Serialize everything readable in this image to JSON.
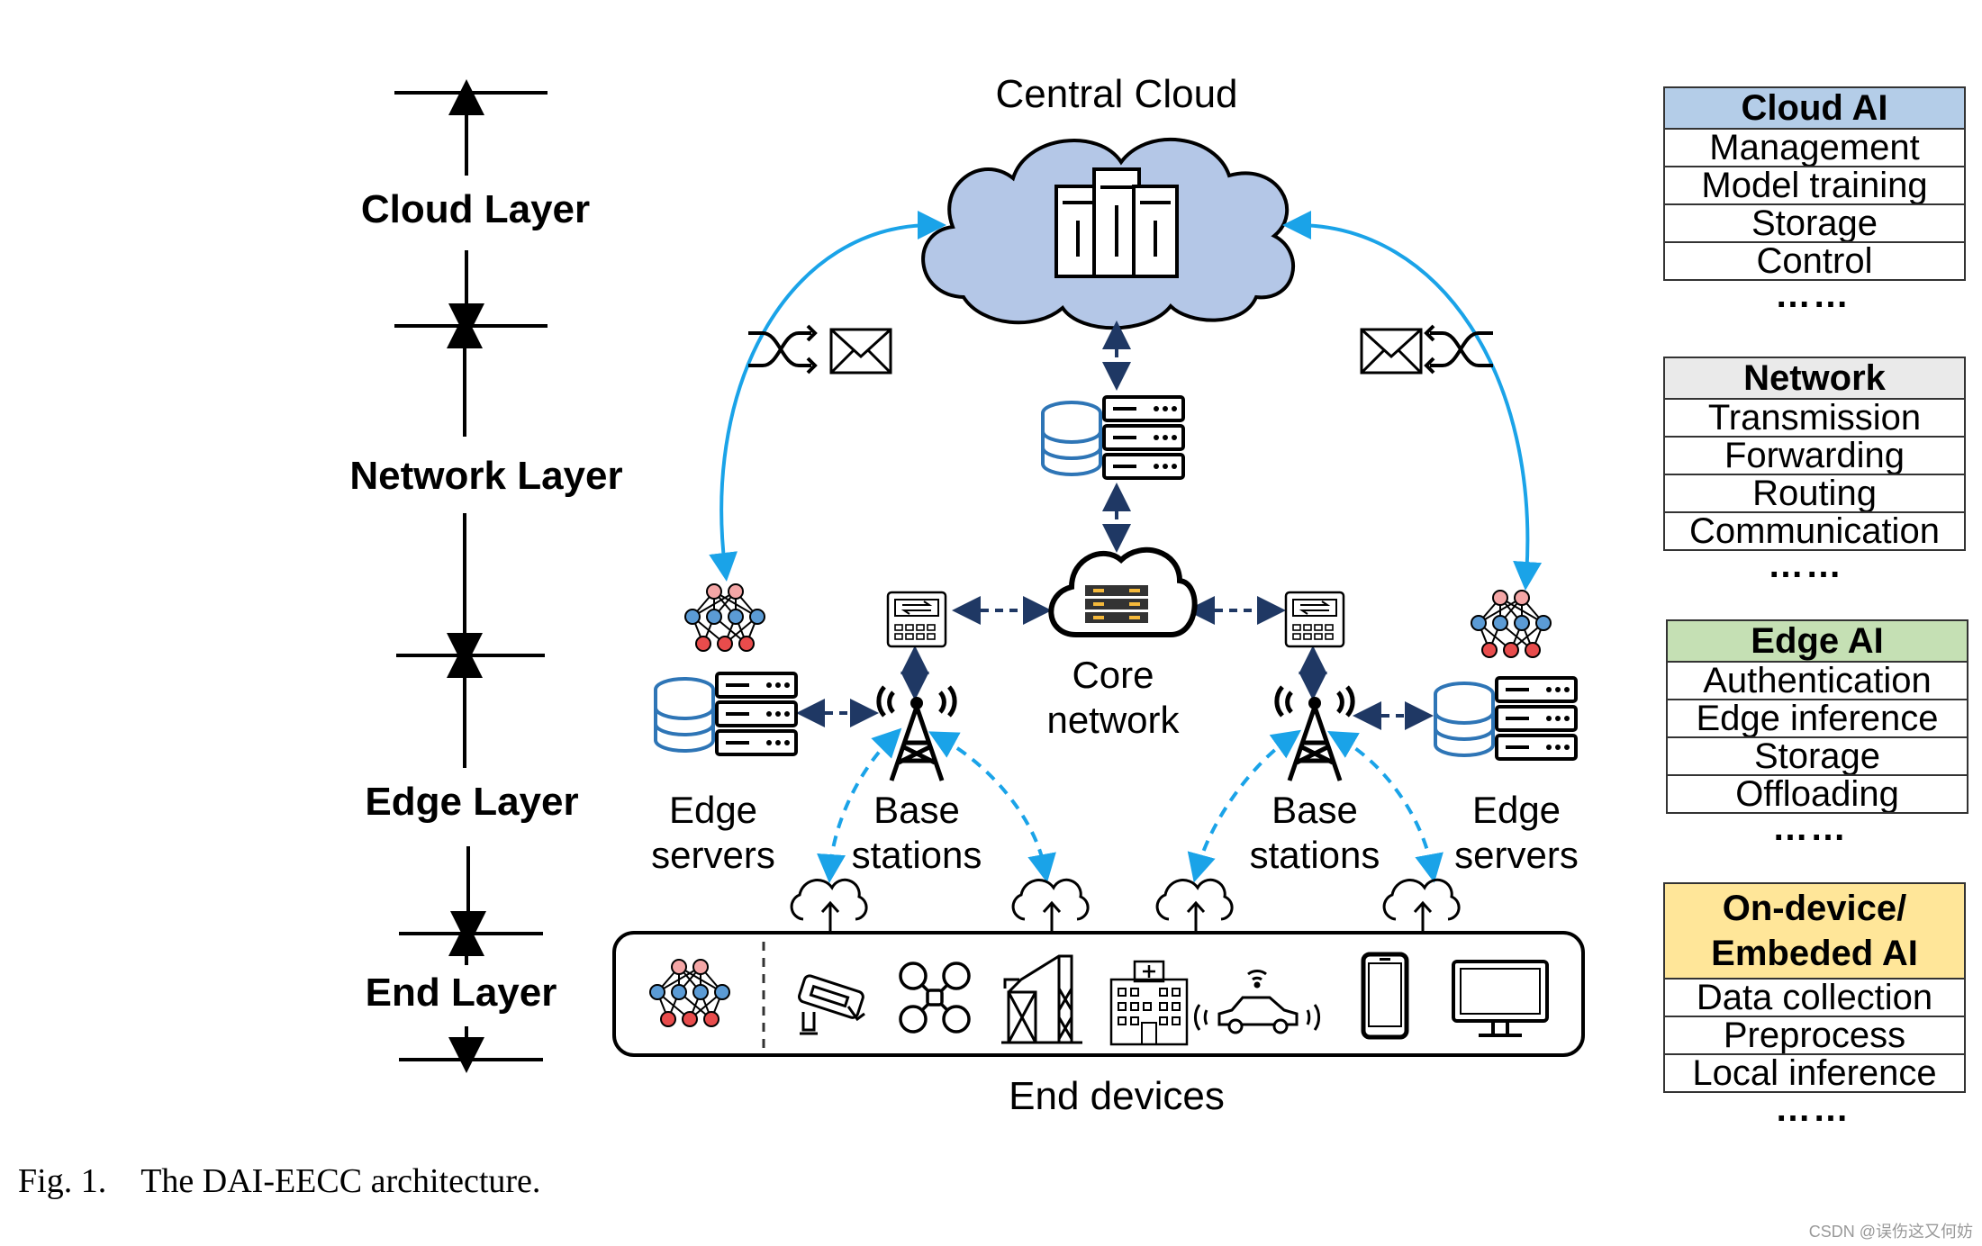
{
  "layers": {
    "cloud": "Cloud Layer",
    "network": "Network Layer",
    "edge": "Edge Layer",
    "end": "End Layer"
  },
  "center": {
    "central_cloud": "Central Cloud",
    "core_network_1": "Core",
    "core_network_2": "network",
    "left_edge_servers_1": "Edge",
    "left_edge_servers_2": "servers",
    "left_base_stations_1": "Base",
    "left_base_stations_2": "stations",
    "right_base_stations_1": "Base",
    "right_base_stations_2": "stations",
    "right_edge_servers_1": "Edge",
    "right_edge_servers_2": "servers",
    "end_devices": "End devices"
  },
  "panels": {
    "cloud_ai": {
      "header": "Cloud AI",
      "color": "#b4cde8",
      "items": [
        "Management",
        "Model training",
        "Storage",
        "Control"
      ],
      "more": "……"
    },
    "network": {
      "header": "Network",
      "color": "#eaeaea",
      "items": [
        "Transmission",
        "Forwarding",
        "Routing",
        "Communication"
      ],
      "more": "……"
    },
    "edge_ai": {
      "header": "Edge AI",
      "color": "#c5e0b4",
      "items": [
        "Authentication",
        "Edge inference",
        "Storage",
        "Offloading"
      ],
      "more": "……"
    },
    "device_ai": {
      "header_1": "On-device/",
      "header_2": "Embeded AI",
      "color": "#ffe699",
      "items": [
        "Data collection",
        "Preprocess",
        "Local inference"
      ],
      "more": "……"
    }
  },
  "caption": {
    "label": "Fig. 1.",
    "text": "The DAI-EECC architecture."
  },
  "watermark": "CSDN @误伤这又何妨",
  "colors": {
    "cloud_fill": "#b4c7e7",
    "arc_blue": "#1aa3e8",
    "dash_navy": "#1f3864",
    "db_blue": "#2e75b6",
    "node_red": "#e84c4c",
    "node_pink": "#f4a6a6",
    "node_blue": "#5b9bd5"
  },
  "icons": [
    "server-rack-icon",
    "database-icon",
    "server-stack-icon",
    "neural-network-icon",
    "router-switch-icon",
    "cell-tower-icon",
    "cloud-upload-icon",
    "envelope-icon",
    "shuffle-icon",
    "cctv-camera-icon",
    "drone-icon",
    "industrial-crane-icon",
    "hospital-icon",
    "connected-car-icon",
    "smartphone-icon",
    "monitor-icon"
  ]
}
